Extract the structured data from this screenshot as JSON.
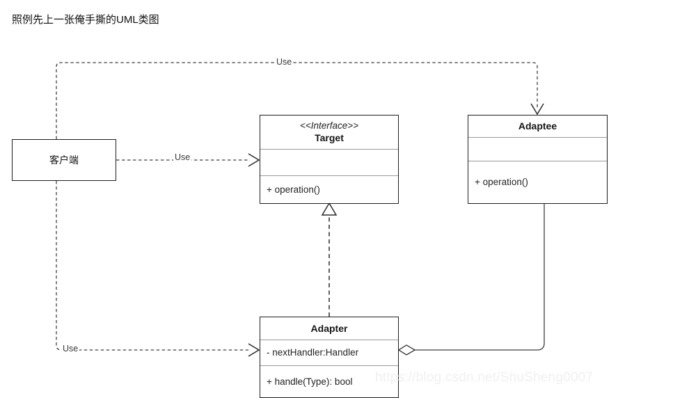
{
  "caption": "照例先上一张俺手撕的UML类图",
  "diagram": {
    "type": "uml-class-diagram",
    "pattern": "Adapter",
    "classes": {
      "client": {
        "name": "客户端",
        "stereotype": "",
        "attributes": [],
        "operations": []
      },
      "target": {
        "stereotype": "<<Interface>>",
        "name": "Target",
        "attributes": [],
        "operations": [
          "+ operation()"
        ]
      },
      "adaptee": {
        "stereotype": "",
        "name": "Adaptee",
        "attributes": [],
        "operations": [
          "+ operation()"
        ]
      },
      "adapter": {
        "stereotype": "",
        "name": "Adapter",
        "attributes": [
          "- nextHandler:Handler"
        ],
        "operations": [
          "+ handle(Type): bool"
        ]
      }
    },
    "relationships": [
      {
        "id": "client-target",
        "from": "客户端",
        "to": "Target",
        "label": "Use",
        "style": "dashed",
        "arrow": "open"
      },
      {
        "id": "client-adaptee",
        "from": "客户端",
        "to": "Adaptee",
        "label": "Use",
        "style": "dashed",
        "arrow": "open"
      },
      {
        "id": "client-adapter",
        "from": "客户端",
        "to": "Adapter",
        "label": "Use",
        "style": "dashed",
        "arrow": "open"
      },
      {
        "id": "adapter-target",
        "from": "Adapter",
        "to": "Target",
        "label": "",
        "style": "dashed",
        "arrow": "hollow-triangle"
      },
      {
        "id": "adapter-adaptee",
        "from": "Adapter",
        "to": "Adaptee",
        "label": "",
        "style": "solid",
        "arrow": "hollow-diamond"
      }
    ]
  },
  "colors": {
    "background": "#ffffff",
    "box_border": "#1d1d1d",
    "compartment_divider": "#9a9a9a",
    "connector": "#3f3f3f",
    "text": "#1a1a1a",
    "watermark": "#f0f0f0"
  },
  "watermark": "https://blog.csdn.net/ShuSheng0007"
}
